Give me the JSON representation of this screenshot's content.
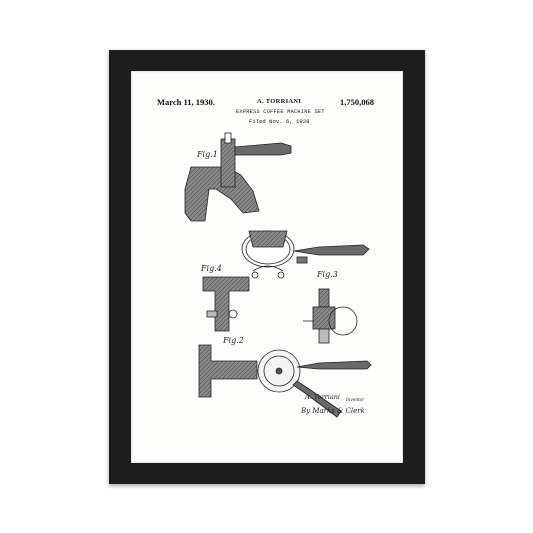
{
  "patent": {
    "date": "March 11, 1930.",
    "inventor": "A. TORRIANI",
    "number": "1,750,068",
    "subtitle": "EXPRESS COFFEE MACHINE SET",
    "filed": "Filed Nov. 6, 1928",
    "figure_labels": [
      "Fig.1",
      "Fig.4",
      "Fig.3",
      "Fig.2"
    ],
    "signature_inventor": "A. Torriani",
    "signature_inventor_caption": "Inventor",
    "signature_attorney": "By  Marks & Clerk"
  },
  "colors": {
    "frame": "#1d1d1d",
    "paper": "#fdfdfc",
    "ink": "#222222",
    "hatch": "#6e6e6e"
  }
}
